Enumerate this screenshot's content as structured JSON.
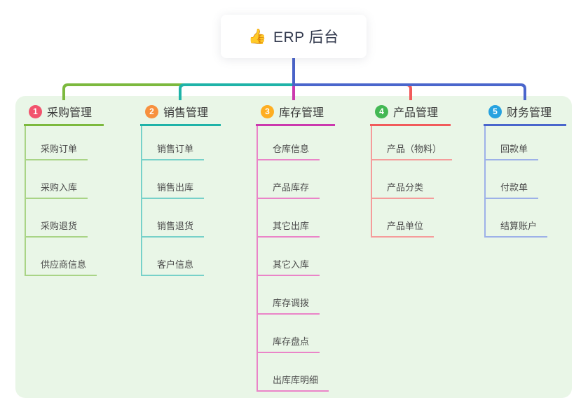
{
  "root": {
    "label": "ERP 后台",
    "emoji": "👍",
    "emoji_name": "thumbs-up-icon"
  },
  "colors": {
    "panel_bg": "#e9f6e7",
    "stem": "#4a63c8",
    "root_text": "#333a4e"
  },
  "branches": [
    {
      "index": "1",
      "label": "采购管理",
      "badge_color": "#f2536d",
      "line_color": "#7cb93e",
      "child_line_color": "#a9d486",
      "children": [
        "采购订单",
        "采购入库",
        "采购退货",
        "供应商信息"
      ]
    },
    {
      "index": "2",
      "label": "销售管理",
      "badge_color": "#f7903e",
      "line_color": "#1fb3a8",
      "child_line_color": "#77d1c9",
      "children": [
        "销售订单",
        "销售出库",
        "销售退货",
        "客户信息"
      ]
    },
    {
      "index": "3",
      "label": "库存管理",
      "badge_color": "#feae22",
      "line_color": "#cb39ae",
      "child_line_color": "#ea84c8",
      "children": [
        "仓库信息",
        "产品库存",
        "其它出库",
        "其它入库",
        "库存调拨",
        "库存盘点",
        "出库库明细"
      ]
    },
    {
      "index": "4",
      "label": "产品管理",
      "badge_color": "#43b854",
      "line_color": "#f15b5b",
      "child_line_color": "#f59c9b",
      "children": [
        "产品（物料）",
        "产品分类",
        "产品单位"
      ]
    },
    {
      "index": "5",
      "label": "财务管理",
      "badge_color": "#26a2e0",
      "line_color": "#4a66cc",
      "child_line_color": "#9db1e8",
      "children": [
        "回款单",
        "付款单",
        "结算账户"
      ]
    }
  ]
}
